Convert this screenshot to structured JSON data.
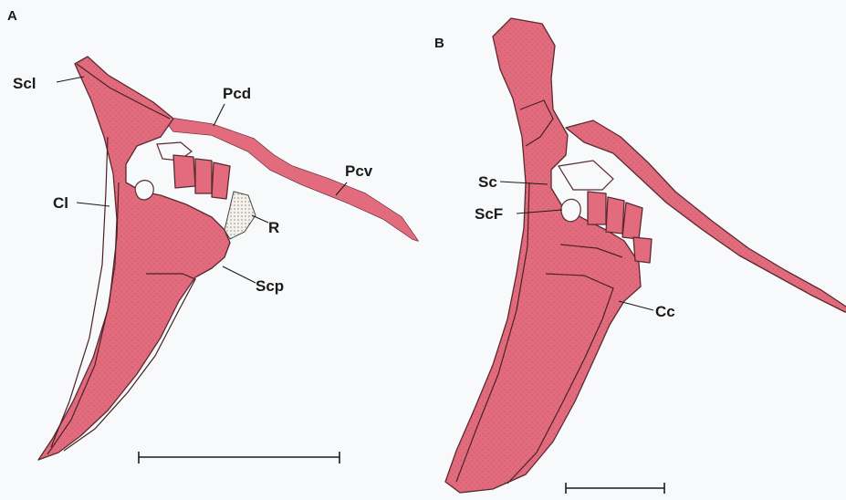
{
  "panels": {
    "a": "A",
    "b": "B"
  },
  "labels": {
    "scl": "Scl",
    "pcd": "Pcd",
    "pcv": "Pcv",
    "cl": "Cl",
    "r": "R",
    "scp": "Scp",
    "sc": "Sc",
    "scf": "ScF",
    "cc": "Cc"
  },
  "colors": {
    "bone": "#e26b7d",
    "outline": "#5a2a30",
    "background": "#f7f9fa"
  }
}
